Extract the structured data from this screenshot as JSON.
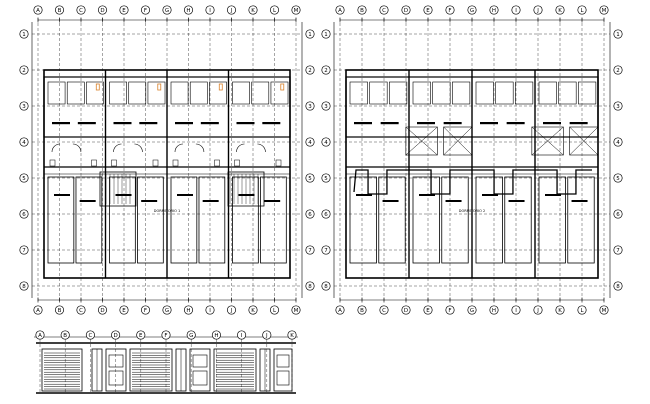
{
  "drawing": {
    "ink": "#000000",
    "background": "#ffffff",
    "plan_left": {
      "grid_top": [
        "A",
        "B",
        "C",
        "D",
        "E",
        "F",
        "G",
        "H",
        "I",
        "J",
        "K",
        "L",
        "M"
      ],
      "grid_side": [
        "1",
        "2",
        "3",
        "4",
        "5",
        "6",
        "7",
        "8"
      ],
      "room_label": "DORMITORIO 1"
    },
    "plan_right": {
      "grid_top": [
        "A",
        "B",
        "C",
        "D",
        "E",
        "F",
        "G",
        "H",
        "I",
        "J",
        "K",
        "L",
        "M"
      ],
      "grid_side": [
        "1",
        "2",
        "3",
        "4",
        "5",
        "6",
        "7",
        "8"
      ],
      "room_label": "DORMITORIO 2"
    },
    "elevation": {
      "grid_top": [
        "A",
        "B",
        "C",
        "D",
        "E",
        "F",
        "G",
        "H",
        "I",
        "J",
        "K"
      ]
    }
  }
}
